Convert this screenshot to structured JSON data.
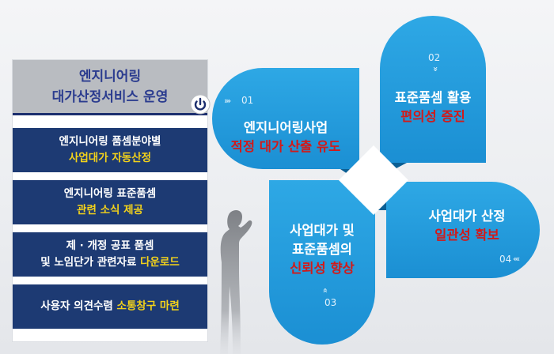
{
  "panel": {
    "title_line1": "엔지니어링",
    "title_line2": "대가산정서비스 운영",
    "items": [
      {
        "line1": "엔지니어링 품셈분야별",
        "line2_yellow": "사업대가 자동산정"
      },
      {
        "line1": "엔지니어링 표준품셈",
        "line2_yellow": "관련 소식 제공"
      },
      {
        "line1": "제 · 개정 공표 품셈",
        "line2_prefix": "및 노임단가 관련자료 ",
        "line2_yellow": "다운로드"
      },
      {
        "line1_prefix": "사용자 의견수렴 ",
        "line1_yellow": "소통창구 마련"
      }
    ]
  },
  "petals": [
    {
      "number": "01",
      "line1": "엔지니어링사업",
      "line2": "적정 대가 산출 유도"
    },
    {
      "number": "02",
      "line1": "표준품셈 활용",
      "line2": "편의성 증진"
    },
    {
      "number": "03",
      "line1": "사업대가 및",
      "line2": "표준품셈의",
      "line3": "신뢰성 향상"
    },
    {
      "number": "04",
      "line1": "사업대가 산정",
      "line2": "일관성 확보"
    }
  ],
  "colors": {
    "panel_header_bg": "#b9bcc1",
    "panel_title_text": "#2b3c8f",
    "menu_bg": "#1d3a73",
    "menu_highlight": "#f3d21a",
    "petal_blue": "#1b8fd3",
    "petal_red_text": "#d11a1a"
  }
}
